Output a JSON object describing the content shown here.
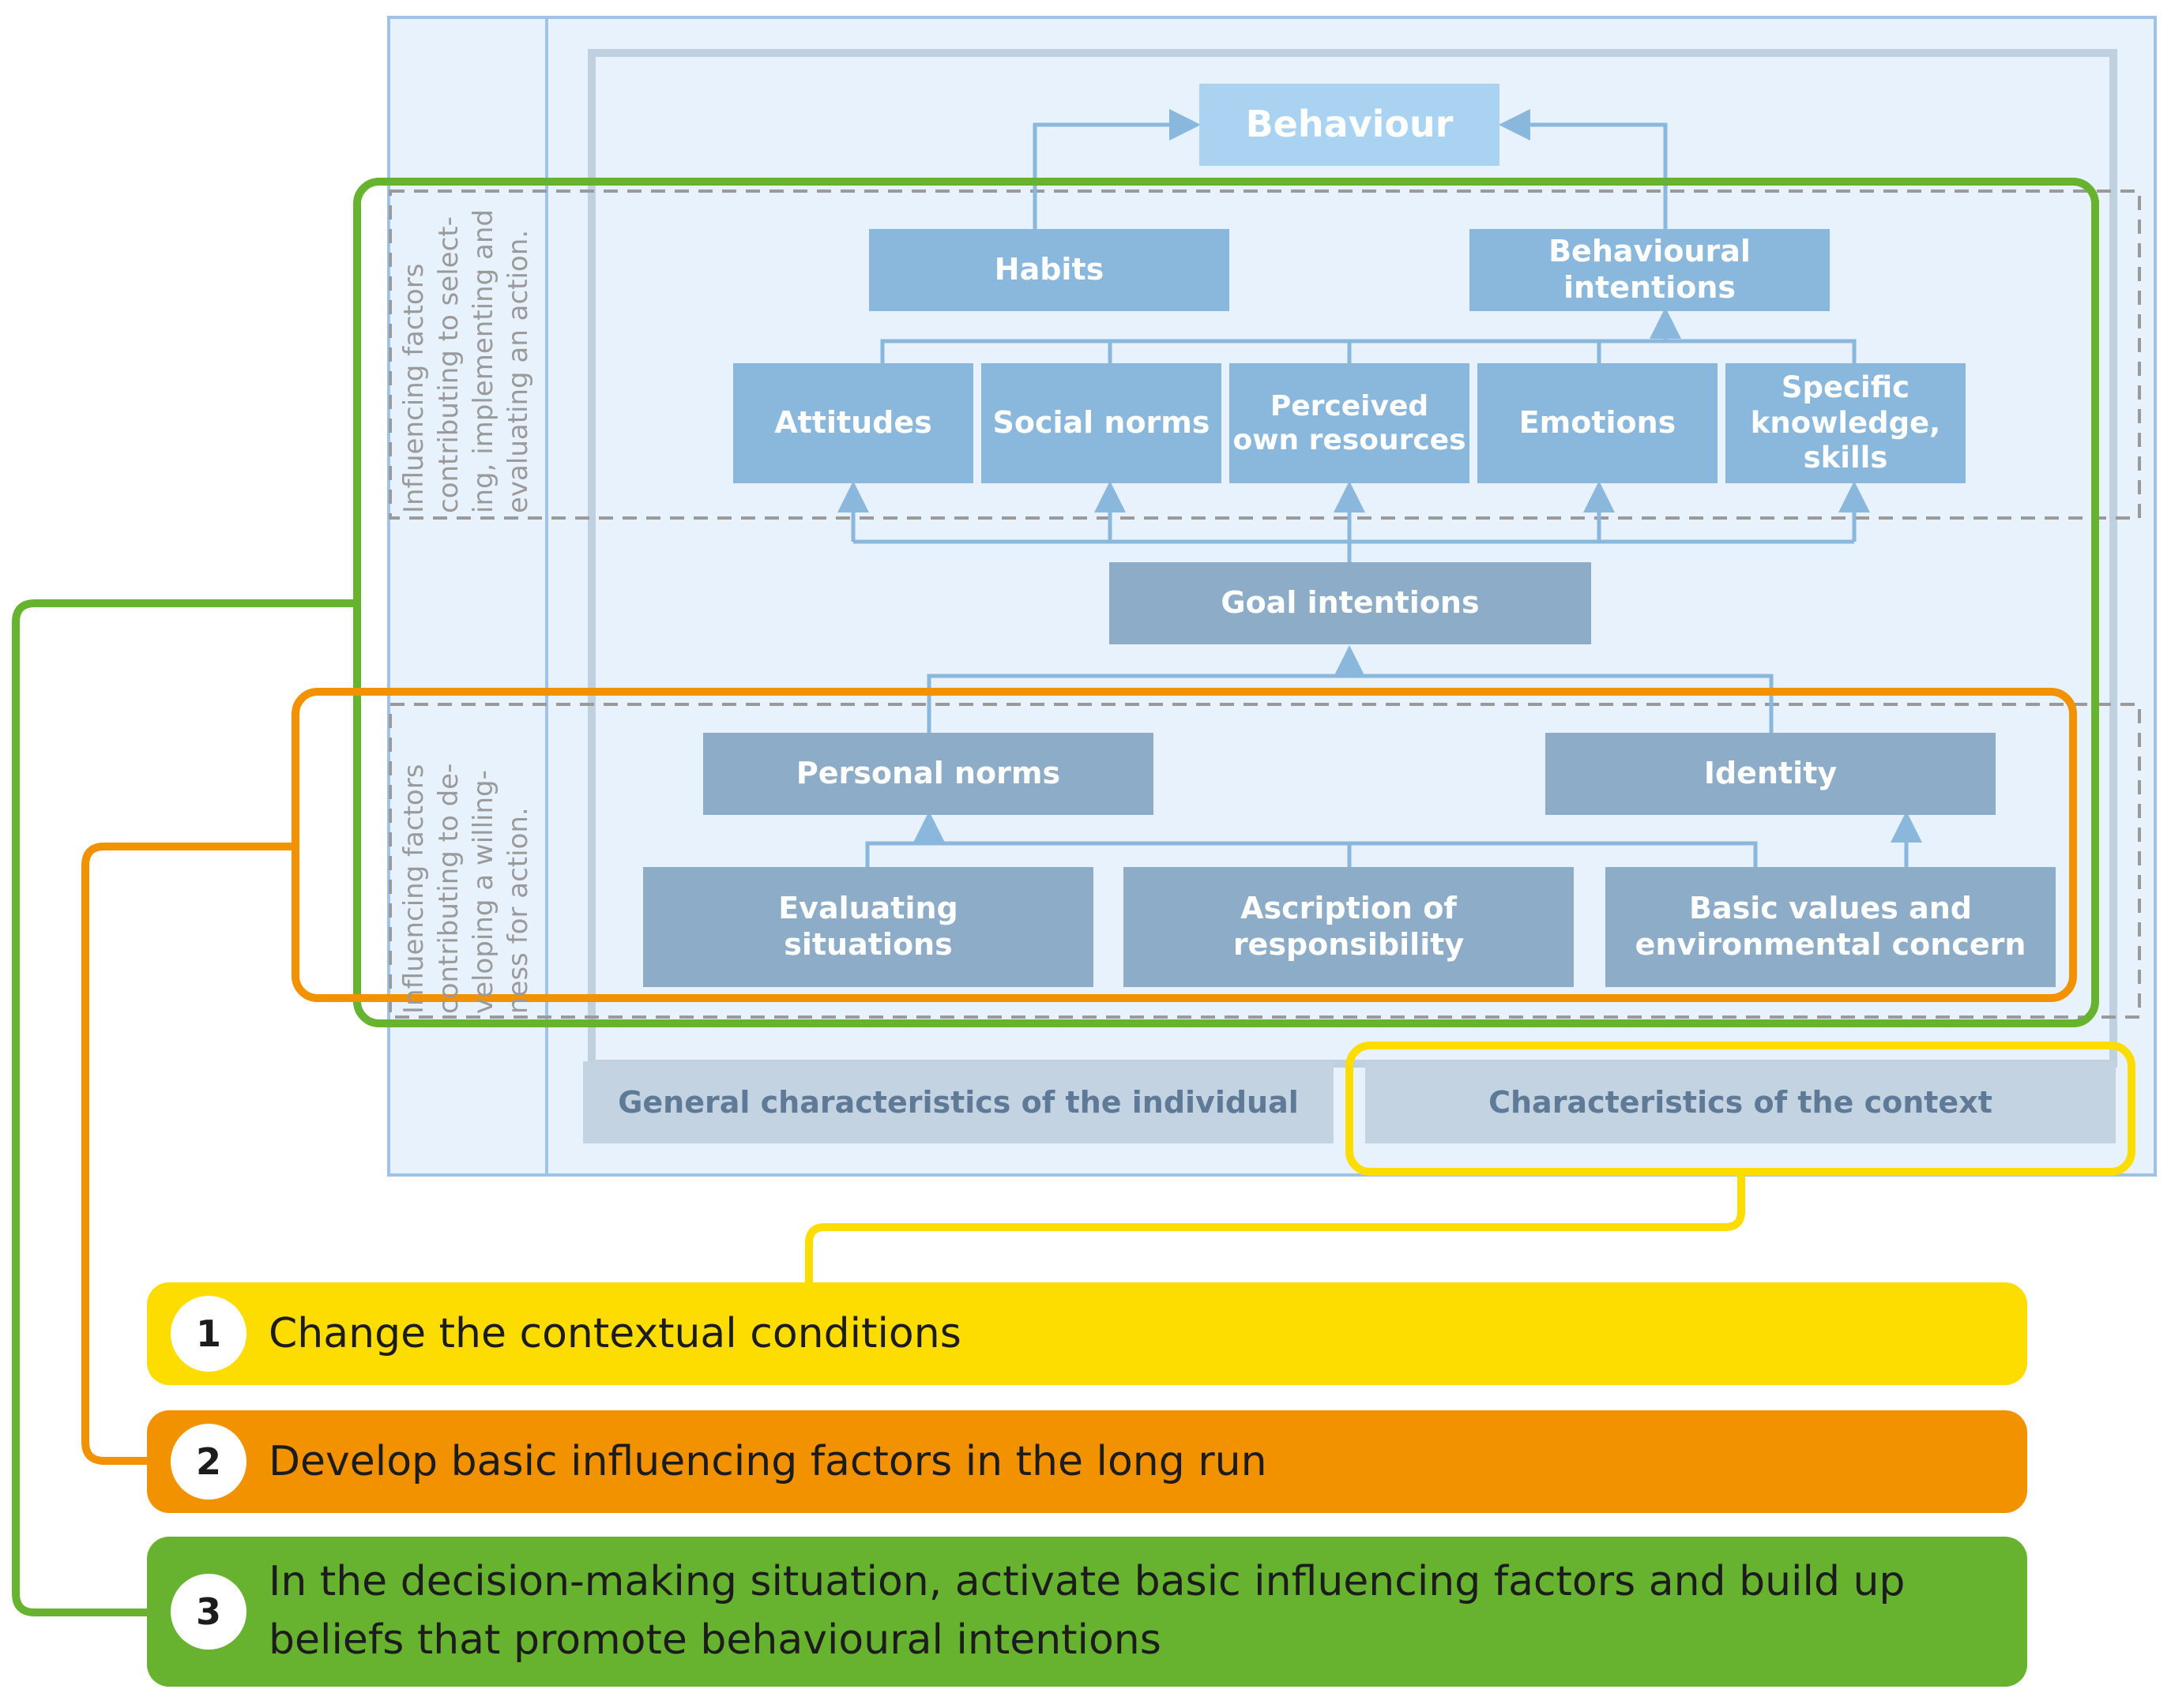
{
  "diagram": {
    "top_box": "Behaviour",
    "habits": "Habits",
    "behavioural_intentions": "Behavioural\nintentions",
    "attitudes": "Attitudes",
    "social_norms": "Social norms",
    "perceived_resources": "Perceived\nown resources",
    "emotions": "Emotions",
    "specific_knowledge": "Specific\nknowledge,\nskills",
    "goal_intentions": "Goal intentions",
    "personal_norms": "Personal norms",
    "identity": "Identity",
    "evaluating_situations": "Evaluating\nsituations",
    "ascription_responsibility": "Ascription of\nresponsibility",
    "basic_values": "Basic values and\nenvironmental concern",
    "footer_individual": "General characteristics of the individual",
    "footer_context": "Characteristics of the context",
    "side_upper": "Influencing factors\ncontributing to select-\ning, implementing and\nevaluating an action.",
    "side_lower": "Influencing factors\ncontributing to de-\nveloping a willing-\nness for action."
  },
  "strategies": [
    {
      "number": "1",
      "text": "Change the contextual conditions",
      "color": "#fddc00"
    },
    {
      "number": "2",
      "text": "Develop basic influencing factors in the long run",
      "color": "#f39200"
    },
    {
      "number": "3",
      "text": "In the decision-making situation, activate basic influencing factors and build up beliefs that promote behavioural intentions",
      "color": "#67b22f"
    }
  ],
  "colors": {
    "panel_fill": "#e8f2fc",
    "panel_border": "#9ec3e6",
    "connector": "#8ab7dc",
    "dashed": "#9a9a9a",
    "yellow": "#fddc00",
    "orange": "#f39200",
    "green": "#67b22f"
  }
}
